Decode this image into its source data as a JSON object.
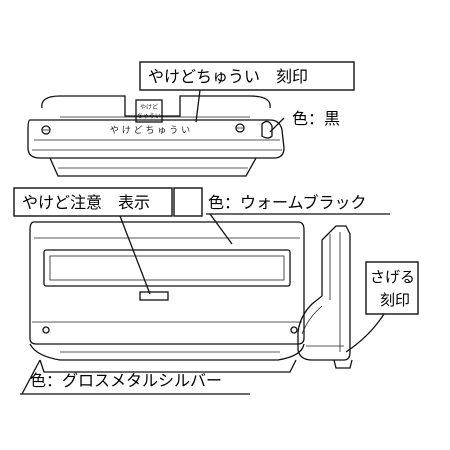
{
  "labels": {
    "top_engraving": "やけどちゅうい　刻印",
    "top_color": "色：黒",
    "burn_warning_label": "やけど注意　表示",
    "front_color": "色：ウォームブラック",
    "side_engraving_line1": "さげる",
    "side_engraving_line2": "刻印",
    "bottom_color": "色：グロスメタルシルバー"
  },
  "engraving_text": "や け ど ち ゅ う い",
  "stamp_text": [
    "やけど",
    "ちゅうい"
  ]
}
